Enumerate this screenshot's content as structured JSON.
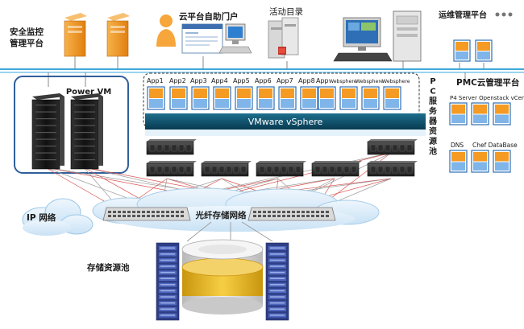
{
  "labels": {
    "security": [
      "安全监控",
      "管理平台"
    ],
    "portal": "云平台自助门户",
    "directory": "活动目录",
    "ops": "运维管理平台",
    "power_vm": "Power VM",
    "apps": [
      "App1",
      "App2",
      "App3",
      "App4",
      "App5",
      "App6",
      "App7",
      "App8",
      "App",
      "Websphere",
      "Websphere",
      "Websphere"
    ],
    "vmware": "VMware vSphere",
    "pc_pool": [
      "P",
      "C",
      "服",
      "务",
      "器",
      "资",
      "源",
      "池"
    ],
    "pmc": "PMC云管理平台",
    "pmc_row1": "P4 Server Openstack vCenter",
    "pmc_row2": [
      "DNS",
      "Chef DataBase"
    ],
    "ip_network": "IP 网络",
    "fc_network": "光纤存储网络",
    "storage_pool": "存储资源池"
  },
  "colors": {
    "server_orange": "#F0921A",
    "vm_orange": "#F59A23",
    "vm_blue": "#7FB5E8",
    "vm_border": "#2E6FB4",
    "bus_line": "#3FA9D8",
    "vsphere_dark": "#0B4A64",
    "cloud_blue": "#D8ECFA",
    "rack_black": "#1C1C1C",
    "storage_navy": "#3A4F9A",
    "db_gold": "#E9B81F"
  }
}
